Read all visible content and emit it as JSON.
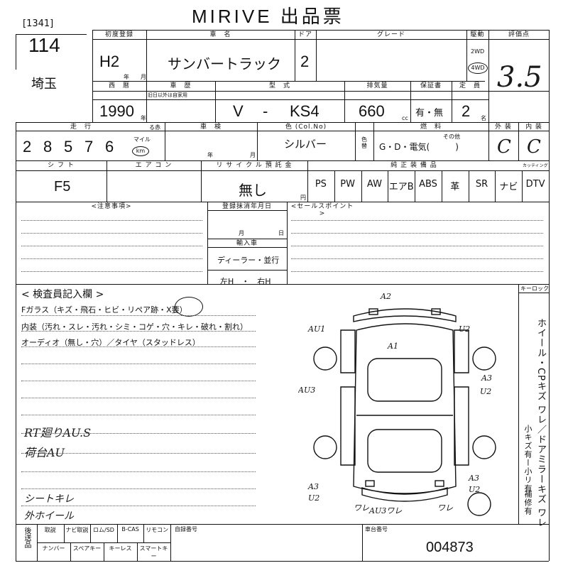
{
  "header": {
    "title": "MIRIVE 出品票",
    "lot_bracket": "[1341]",
    "lot_number": "114",
    "prefecture": "埼玉"
  },
  "row1": {
    "labels": {
      "first_reg": "初度登録",
      "car_name": "車　名",
      "door": "ドア",
      "grade": "グレード",
      "drive": "駆動",
      "score": "評価点",
      "year": "年",
      "month": "月"
    },
    "first_reg": "H2",
    "car_name": "サンバートラック",
    "door": "2",
    "drive_2wd": "2WD",
    "drive_4wd": "4WD",
    "score": "3.5"
  },
  "row2": {
    "labels": {
      "seireki": "西　暦",
      "shareki": "車　歴",
      "shareki_note": "旧日以外は自家用",
      "katashiki": "型　式",
      "displacement": "排気量",
      "warranty": "保証書",
      "capacity": "定　員",
      "year": "年",
      "cc": "cc",
      "mei": "名"
    },
    "seireki": "1990",
    "katashiki_prefix": "V",
    "katashiki_dash": "-",
    "katashiki": "KS4",
    "displacement": "660",
    "warranty": "有・無",
    "capacity": "2"
  },
  "row3": {
    "labels": {
      "mileage": "走　行",
      "unit": "る赤",
      "inspection": "車　検",
      "color": "色 (Col.No)",
      "color_replace": "色替",
      "fuel": "燃　料",
      "exterior": "外 装",
      "interior": "内 装",
      "mile": "マイル",
      "year": "年",
      "month": "月"
    },
    "mileage_digits": [
      "2",
      "8",
      "5",
      "7",
      "6"
    ],
    "km": "km",
    "color": "シルバー",
    "fuel": "G・D・電気(　　　)",
    "fuel_other": "その他",
    "exterior": "C",
    "interior": "C"
  },
  "row4": {
    "labels": {
      "shift": "シ フ ト",
      "aircon": "エ ア コ ン",
      "recycle": "リ サ イ ク ル 預 託 金",
      "equipment": "純 正 装 備 品",
      "cutin": "カッティング",
      "yen": "円"
    },
    "shift": "F5",
    "recycle": "無し",
    "equipment": [
      "PS",
      "PW",
      "AW",
      "エアB",
      "ABS",
      "革",
      "SR",
      "ナビ",
      "DTV"
    ]
  },
  "notes": {
    "caution": "<注意事項>",
    "reg_year_month": "登録抹消年月日",
    "month": "月",
    "day": "日",
    "import_header": "輸入車",
    "import_value": "ディーラー・並行",
    "left_right": "左H　・　右H",
    "sales_point": "<セールスポイント>"
  },
  "inspector": {
    "title": "< 検査員記入欄 >",
    "lines": [
      "Fガラス（キズ・飛石・ヒビ・リペア跡・X要）",
      "内装（汚れ・スレ・汚れ・シミ・コゲ・穴・キレ・破れ・割れ）",
      "オーディオ（無し・穴）／タイヤ（スタッドレス）"
    ],
    "handwritten": [
      "RT廻りAU.S",
      "荷台AU",
      "シートキレ",
      "外ホイール"
    ],
    "keylock": "キーロック",
    "side_text": [
      "ホイール・CPキズ ワレ",
      "／ドアミラーキズ ワレ",
      "小キズ有ー小リ有",
      "補修有"
    ]
  },
  "diagram_marks": [
    "A2",
    "AU1",
    "U2",
    "A1",
    "AU3",
    "A3",
    "U2",
    "A3",
    "U2",
    "A3",
    "U2",
    "ワレ",
    "AU3ワレ",
    "ワレ"
  ],
  "footer": {
    "left_label": "後送品",
    "items_row1": [
      "取説",
      "ナビ取説",
      "ロム/SD",
      "B-CAS",
      "リモコン"
    ],
    "items_row2": [
      "ナンバー",
      "スペアキー",
      "キーレス",
      "スマートキー"
    ],
    "autoreg": "自録番号",
    "chassis_label": "車台番号",
    "chassis": "004873"
  }
}
